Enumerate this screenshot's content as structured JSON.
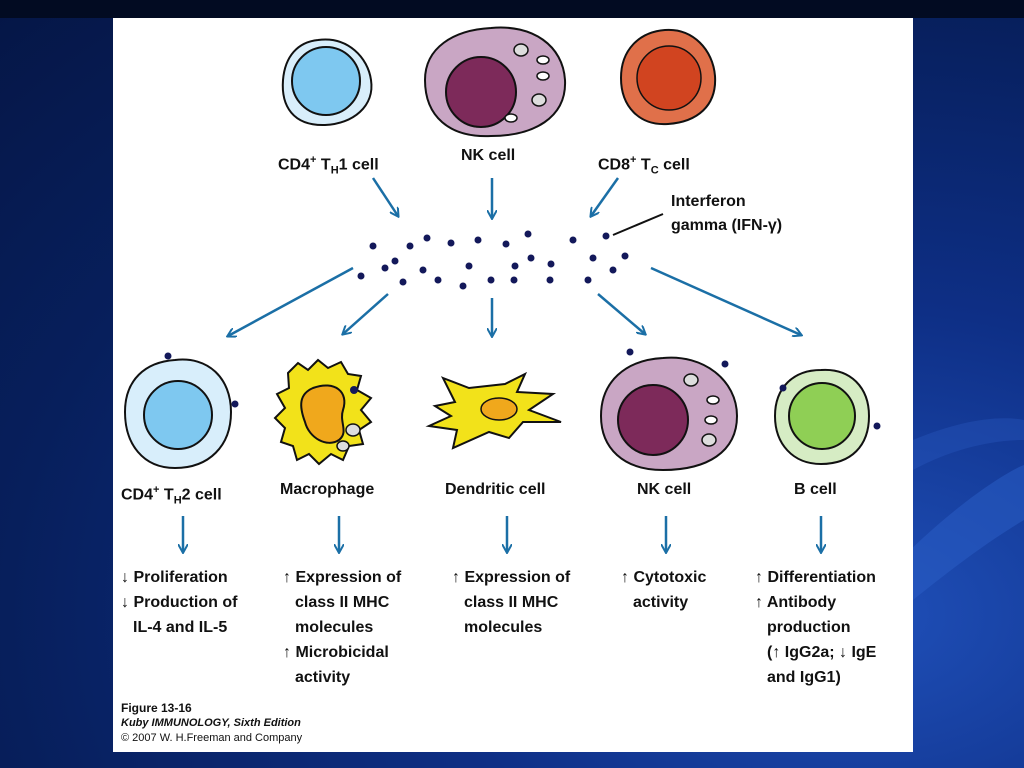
{
  "top_cells": {
    "th1": {
      "name": "CD4",
      "sup": "+",
      "t": "T",
      "sub": "H",
      "rest": "1 cell"
    },
    "nk": "NK cell",
    "tc": {
      "name": "CD8",
      "sup": "+",
      "t": "T",
      "sub": "C",
      "rest": "cell"
    }
  },
  "ifn_label": {
    "line1": "Interferon",
    "line2": "gamma (IFN-γ)"
  },
  "targets": [
    {
      "name": "CD4",
      "sup": "+",
      "t": "T",
      "sub": "H",
      "rest": "2 cell"
    },
    {
      "label": "Macrophage"
    },
    {
      "label": "Dendritic cell"
    },
    {
      "label": "NK cell"
    },
    {
      "label": "B cell"
    }
  ],
  "effects": {
    "th2": [
      "↓ Proliferation",
      "↓ Production of",
      "IL-4 and IL-5"
    ],
    "macrophage": [
      "↑ Expression of",
      "class II MHC",
      "molecules",
      "↑ Microbicidal",
      "activity"
    ],
    "dendritic": [
      "↑ Expression of",
      "class II MHC",
      "molecules"
    ],
    "nk": [
      "↑ Cytotoxic",
      "activity"
    ],
    "bcell": [
      "↑ Differentiation",
      "↑ Antibody",
      "production",
      "(↑ IgG2a; ↓ IgE",
      "and IgG1)"
    ]
  },
  "caption": {
    "figure": "Figure 13-16",
    "book": "Kuby IMMUNOLOGY, Sixth Edition",
    "copyright": "© 2007 W. H.Freeman and Company"
  },
  "colors": {
    "arrow": "#1b6fa6",
    "dot": "#13185a",
    "th_cell": "#7ec8f0",
    "nk_cell": "#c9a6c4",
    "nk_nucleus": "#7d2a5a",
    "tc_cell": "#e0704a",
    "macrophage": "#f2e21a",
    "nucleus_orange": "#f0a81c",
    "bcell": "#8fcf55"
  }
}
